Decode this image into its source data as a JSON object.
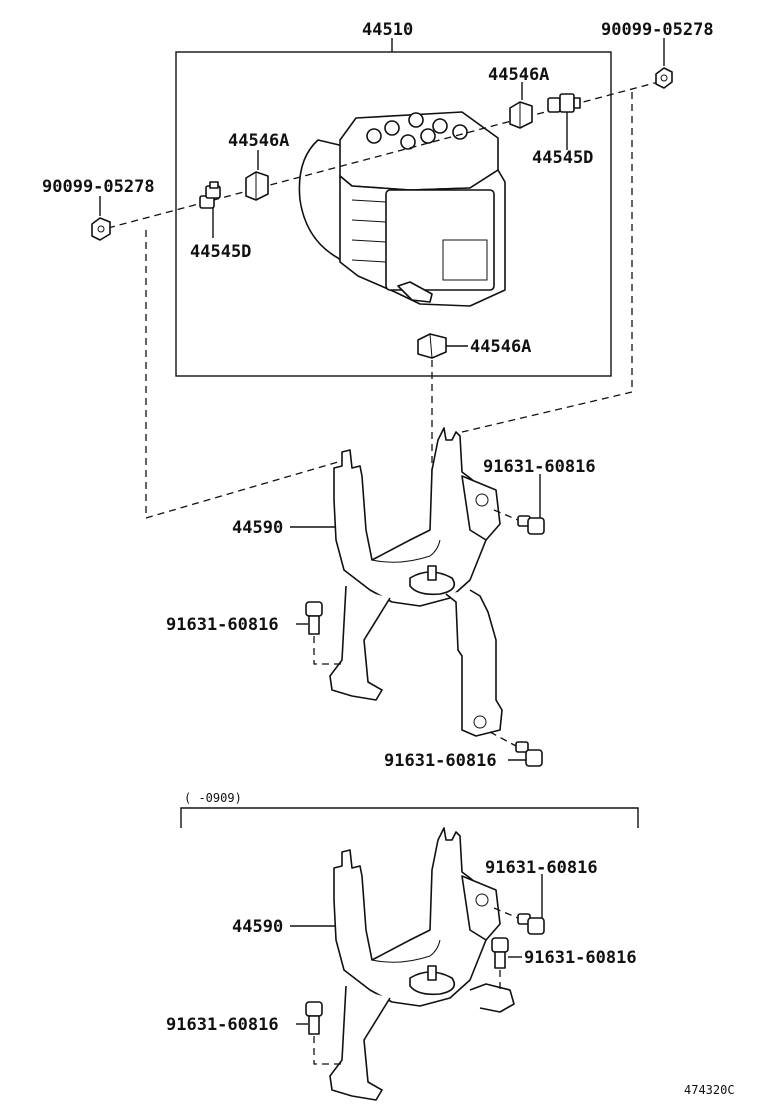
{
  "labels": {
    "actuator_assy": "44510",
    "nut_top_right": "90099-05278",
    "nut_left": "90099-05278",
    "cushion_top_right": "44546A",
    "cushion_left": "44546A",
    "cushion_bottom": "44546A",
    "bolt_right": "44545D",
    "bolt_left": "44545D",
    "bracket_upper": "44590",
    "bracket_lower": "44590",
    "bolt_upper_right": "91631-60816",
    "bolt_upper_left": "91631-60816",
    "bolt_upper_bottom": "91631-60816",
    "bolt_lower_right_1": "91631-60816",
    "bolt_lower_right_2": "91631-60816",
    "bolt_lower_left": "91631-60816",
    "date_range": "(      -0909)",
    "figure_code": "474320C"
  }
}
